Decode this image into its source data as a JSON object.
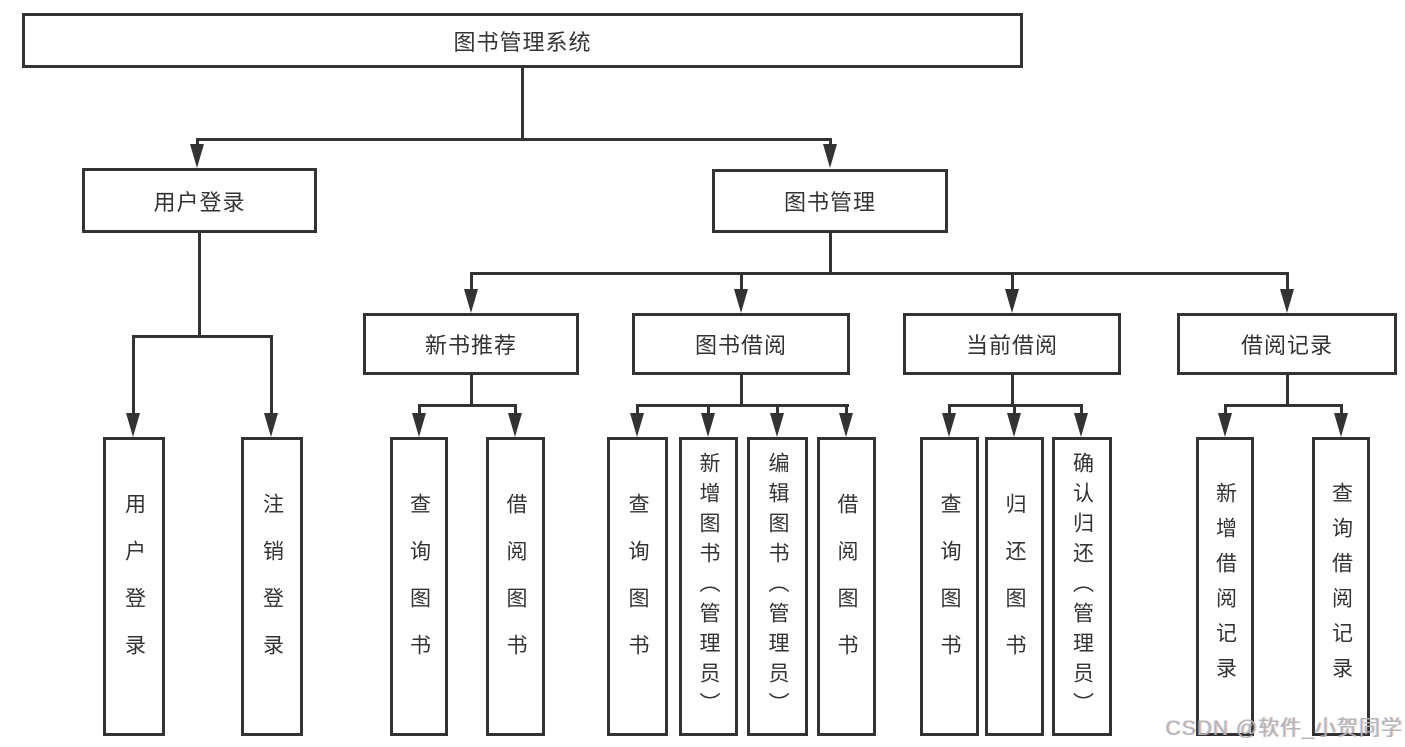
{
  "nodes": {
    "root": {
      "label": "图书管理系统"
    },
    "level2": [
      {
        "label": "用户登录"
      },
      {
        "label": "图书管理"
      }
    ],
    "level3": [
      {
        "label": "新书推荐"
      },
      {
        "label": "图书借阅"
      },
      {
        "label": "当前借阅"
      },
      {
        "label": "借阅记录"
      }
    ],
    "level4": [
      {
        "label": "用户登录"
      },
      {
        "label": "注销登录"
      },
      {
        "label": "查询图书"
      },
      {
        "label": "借阅图书"
      },
      {
        "label": "查询图书"
      },
      {
        "label": "新增图书（管理员）"
      },
      {
        "label": "编辑图书（管理员）"
      },
      {
        "label": "借阅图书"
      },
      {
        "label": "查询图书"
      },
      {
        "label": "归还图书"
      },
      {
        "label": "确认归还（管理员）"
      },
      {
        "label": "新增借阅记录"
      },
      {
        "label": "查询借阅记录"
      }
    ]
  },
  "watermark": {
    "text": "CSDN @软件_小贺同学"
  },
  "colors": {
    "line": "#333333",
    "text": "#333333",
    "background": "#ffffff",
    "watermark": "#b5b5b5"
  }
}
